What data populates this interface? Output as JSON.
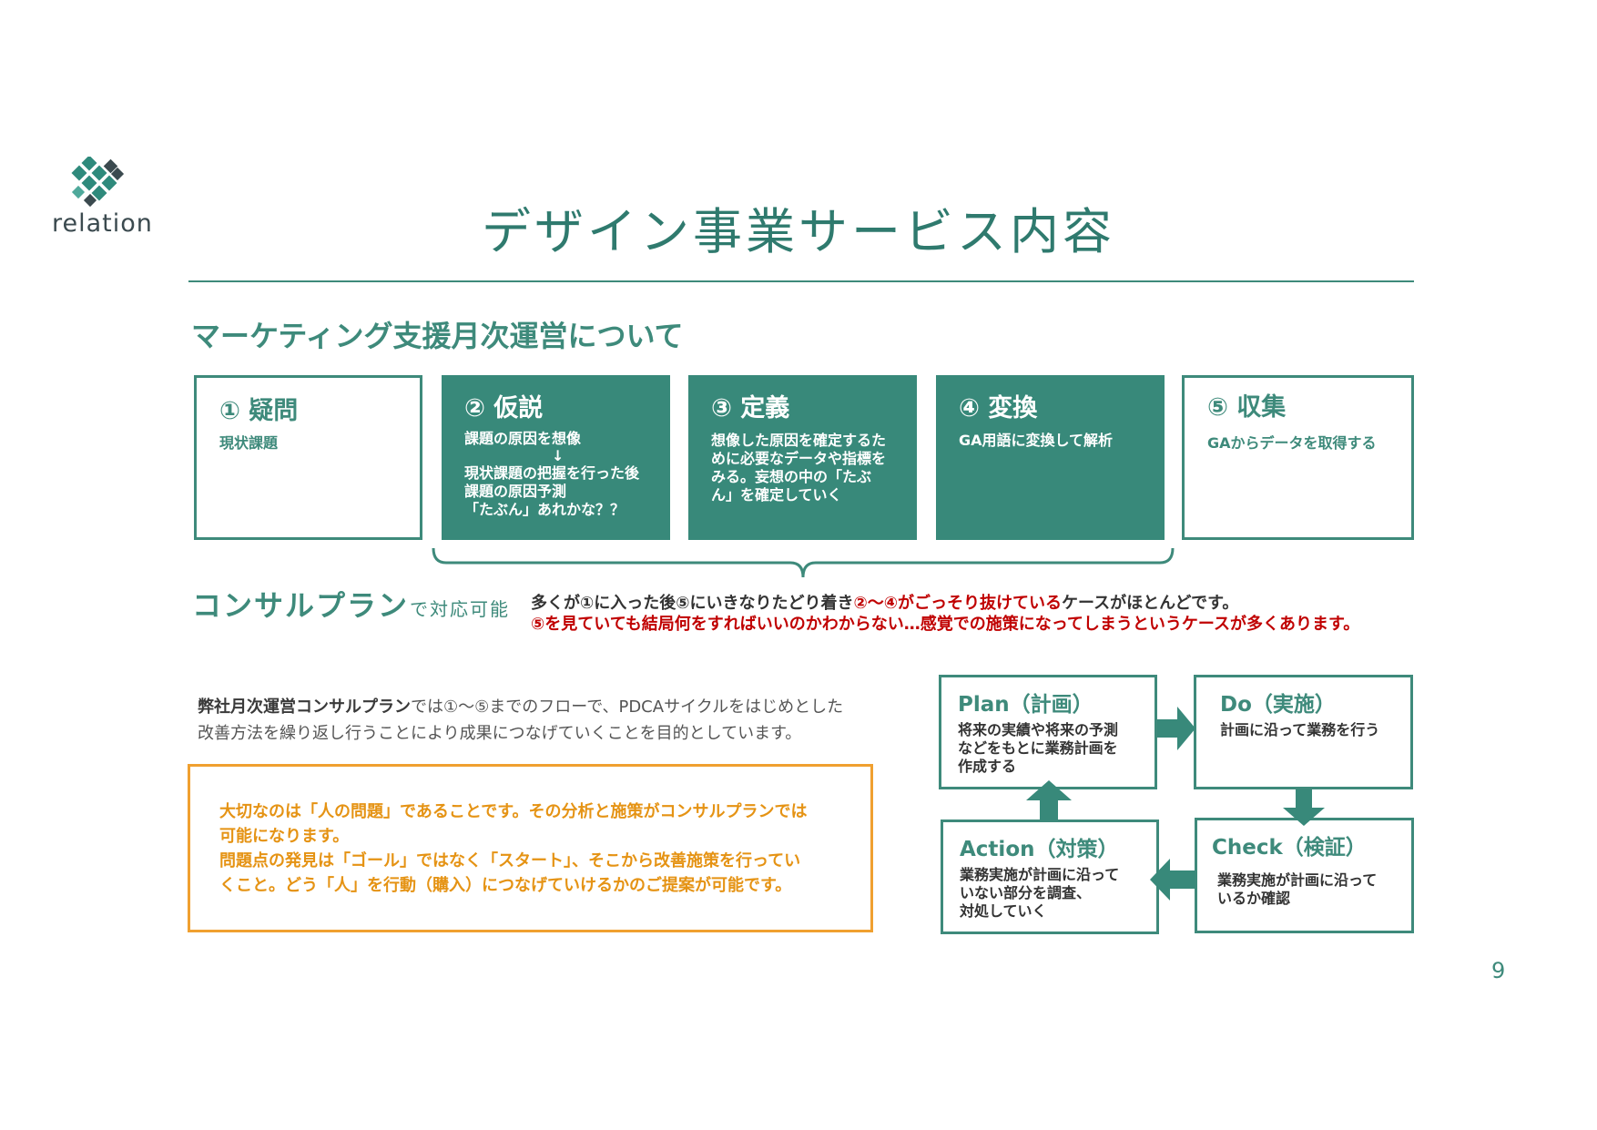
{
  "logo": {
    "text": "relation"
  },
  "title": "デザイン事業サービス内容",
  "subtitle": "マーケティング支援月次運営について",
  "steps": [
    {
      "title": "① 疑問",
      "lines": [
        "現状課題"
      ]
    },
    {
      "title": "② 仮説",
      "lines": [
        "課題の原因を想像",
        "↓",
        "現状課題の把握を行った後",
        "課題の原因予測",
        "「たぶん」あれかな？？"
      ]
    },
    {
      "title": "③ 定義",
      "lines": [
        "想像した原因を確定するた",
        "めに必要なデータや指標を",
        "みる。妄想の中の「たぶ",
        "ん」を確定していく"
      ]
    },
    {
      "title": "④ 変換",
      "lines": [
        "GA用語に変換して解析"
      ]
    },
    {
      "title": "⑤ 収集",
      "lines": [
        "GAからデータを取得する"
      ]
    }
  ],
  "consult": {
    "title": "コンサルプラン",
    "suffix": "で対応可能"
  },
  "notes": {
    "line1_a": "多くが①に入った後⑤にいきなりたどり着き",
    "line1_b": "②～④がごっそり抜けている",
    "line1_c": "ケースがほとんどです。",
    "line2": "⑤を見ていても結局何をすればいいのかわからない…感覚での施策になってしまうというケースが多くあります。"
  },
  "description": {
    "bold": "弊社月次運営コンサルプラン",
    "rest": "では①～⑤までのフローで、PDCAサイクルをはじめとした",
    "line2": "改善方法を繰り返し行うことにより成果につなげていくことを目的としています。"
  },
  "important": {
    "lines": [
      "大切なのは「人の問題」であることです。その分析と施策がコンサルプランでは",
      "可能になります。",
      "問題点の発見は「ゴール」ではなく「スタート」、そこから改善施策を行ってい",
      "くこと。どう「人」を行動（購入）につなげていけるかのご提案が可能です。"
    ]
  },
  "pdca": {
    "plan": {
      "title": "Plan（計画）",
      "lines": [
        "将来の実績や将来の予測",
        "などをもとに業務計画を",
        "作成する"
      ]
    },
    "do": {
      "title": "Do（実施）",
      "lines": [
        "計画に沿って業務を行う"
      ]
    },
    "check": {
      "title": "Check（検証）",
      "lines": [
        "業務実施が計画に沿って",
        "いるか確認"
      ]
    },
    "action": {
      "title": "Action（対策）",
      "lines": [
        "業務実施が計画に沿って",
        "いない部分を調査、",
        "対処していく"
      ]
    }
  },
  "page_number": "9",
  "colors": {
    "teal": "#3e8a7b",
    "teal_fill": "#38897a",
    "red": "#c00000",
    "orange": "#f0a030"
  }
}
